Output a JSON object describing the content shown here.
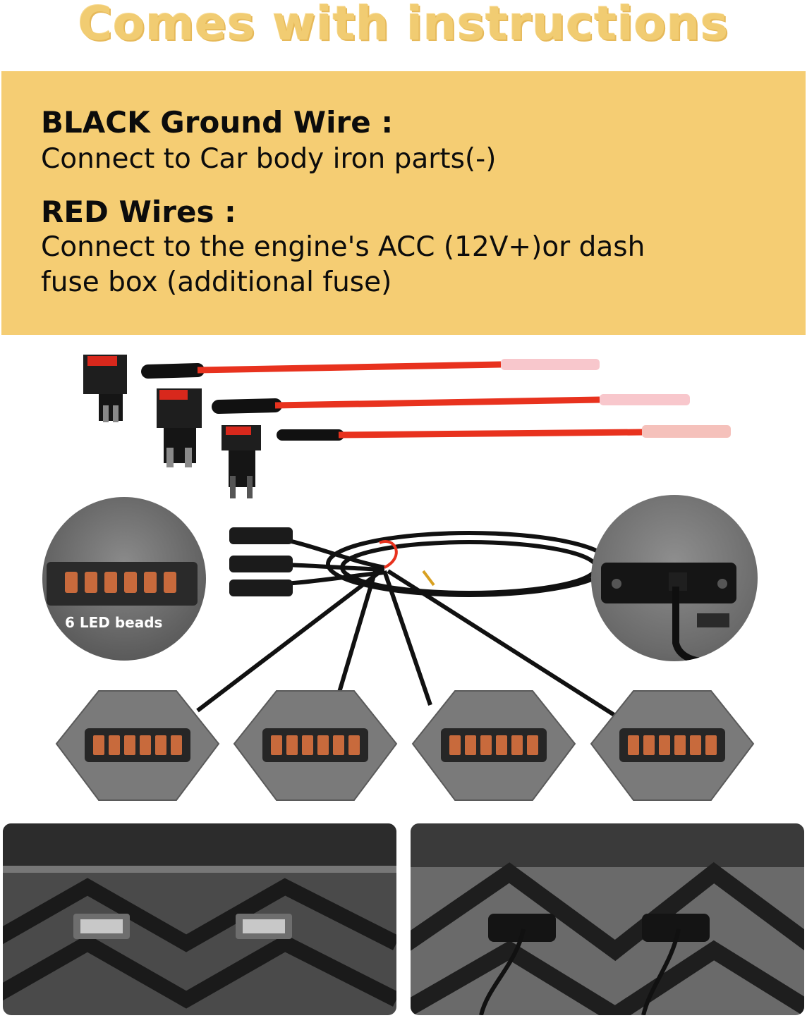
{
  "headline": "Comes with instructions",
  "instructions": {
    "black_heading": "BLACK Ground Wire :",
    "black_text": "Connect to Car body iron parts(-)",
    "red_heading": "RED Wires :",
    "red_text_line1": "Connect to the engine's ACC (12V+)or dash",
    "red_text_line2": "fuse box (additional fuse)"
  },
  "callout_label": "6 LED beads",
  "colors": {
    "headline": "#f1cc72",
    "panel": "#f5cd73",
    "wire_red": "#e8321e",
    "wire_black": "#111111",
    "led": "#c86a3c"
  }
}
